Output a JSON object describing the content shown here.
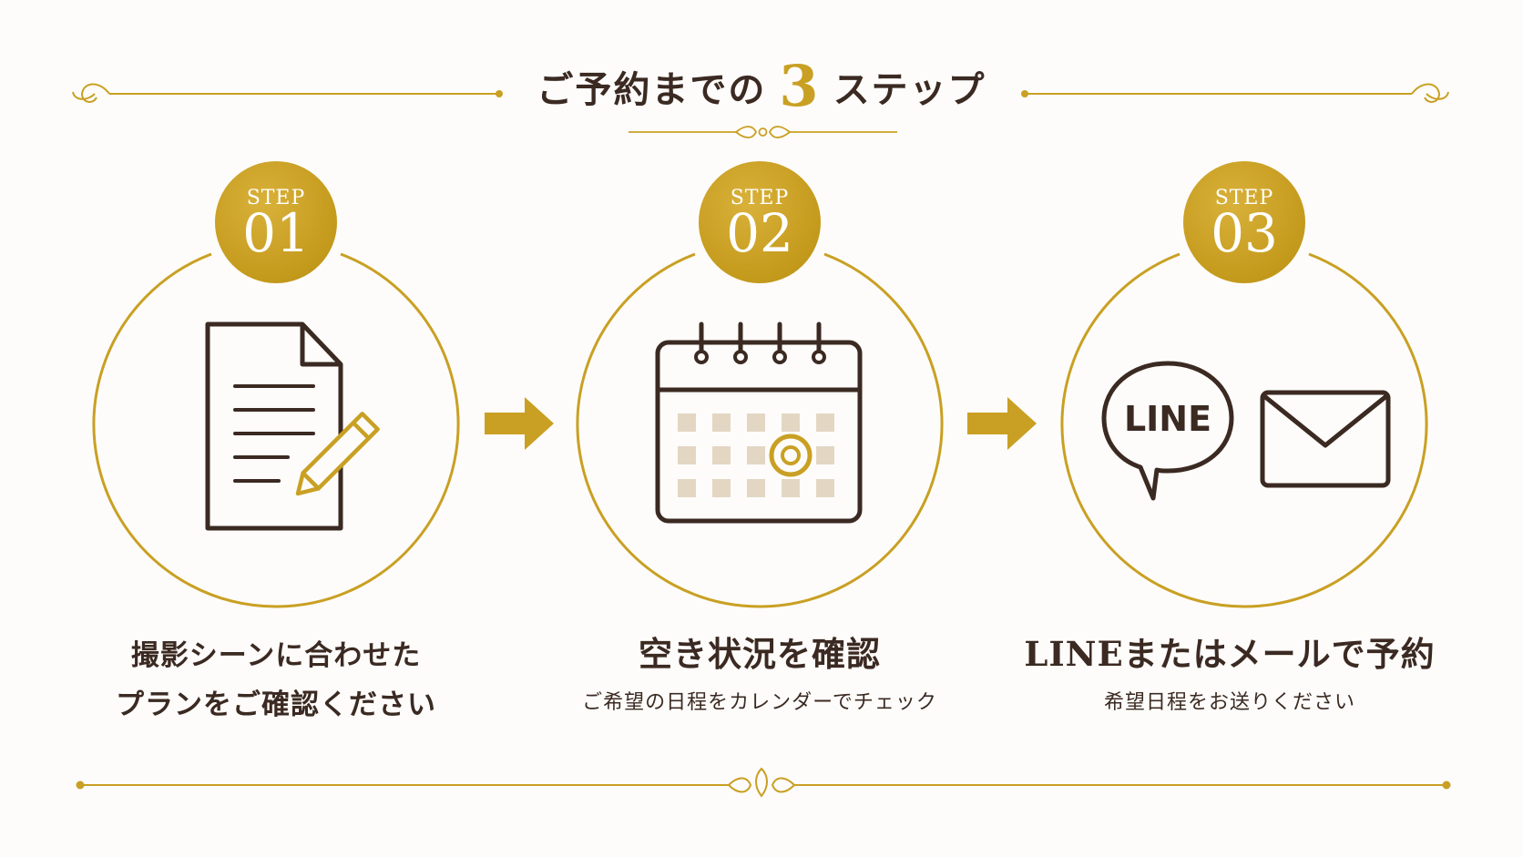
{
  "header": {
    "title_pre": "ご予約までの",
    "title_num": "3",
    "title_post": "ステップ"
  },
  "steps": [
    {
      "label": "STEP",
      "number": "01",
      "icon": "document-pencil-icon",
      "caption_line1": "撮影シーンに合わせた",
      "caption_line2": "プランをご確認ください"
    },
    {
      "label": "STEP",
      "number": "02",
      "icon": "calendar-icon",
      "caption_main": "空き状況を確認",
      "caption_sub": "ご希望の日程をカレンダーでチェック"
    },
    {
      "label": "STEP",
      "number": "03",
      "icon": "line-and-mail-icon",
      "line_logo": "LINE",
      "caption_main": "LINEまたはメールで予約",
      "caption_sub": "希望日程をお送りください"
    }
  ],
  "colors": {
    "gold": "#c9a023",
    "dark_brown": "#3b2a22",
    "cell_beige": "#e3d7c4",
    "background": "#fdfcfa"
  }
}
